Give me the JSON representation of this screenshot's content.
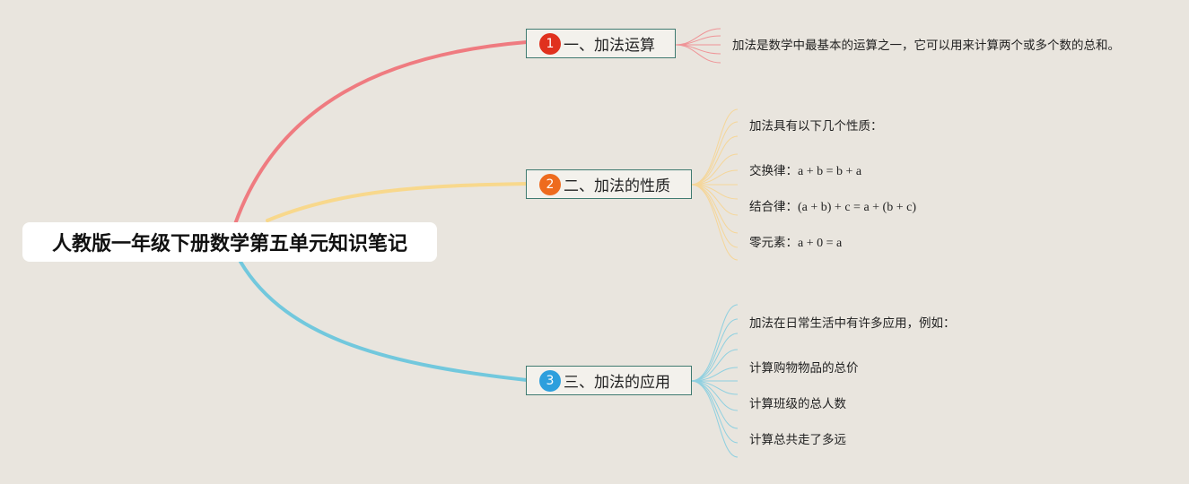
{
  "colors": {
    "background": "#e9e5de",
    "branch_1": "#ef7b80",
    "branch_2": "#f8d88c",
    "branch_3": "#72c8dd",
    "badge_1": "#e0311e",
    "badge_2": "#ee6b1e",
    "badge_3": "#2d9fdd",
    "box_border": "#3f7a70"
  },
  "root": {
    "title": "人教版一年级下册数学第五单元知识笔记"
  },
  "branches": [
    {
      "number": "1",
      "label": "一、加法运算",
      "leaves": [
        {
          "text": "加法是数学中最基本的运算之一，它可以用来计算两个或多个数的总和。"
        }
      ]
    },
    {
      "number": "2",
      "label": "二、加法的性质",
      "leaves": [
        {
          "text": "加法具有以下几个性质："
        },
        {
          "text": "交换律：",
          "formula": "a + b = b + a"
        },
        {
          "text": "结合律：",
          "formula": "(a + b) + c = a + (b + c)"
        },
        {
          "text": "零元素：",
          "formula": "a + 0 = a"
        }
      ]
    },
    {
      "number": "3",
      "label": "三、加法的应用",
      "leaves": [
        {
          "text": "加法在日常生活中有许多应用，例如："
        },
        {
          "text": "计算购物物品的总价"
        },
        {
          "text": "计算班级的总人数"
        },
        {
          "text": "计算总共走了多远"
        }
      ]
    }
  ]
}
